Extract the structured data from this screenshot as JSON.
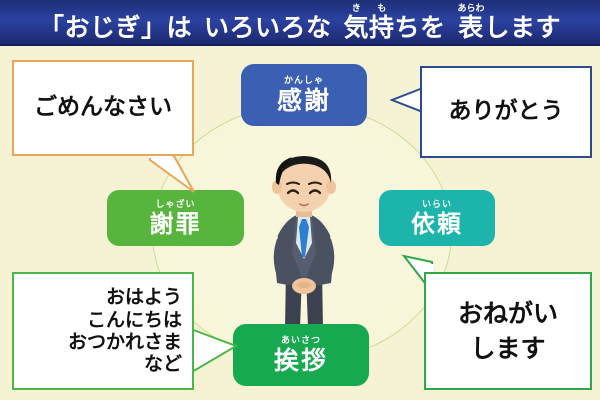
{
  "title": {
    "segments": [
      {
        "type": "plain",
        "text": "「おじぎ」は"
      },
      {
        "type": "gap"
      },
      {
        "type": "plain",
        "text": "いろいろな"
      },
      {
        "type": "gap"
      },
      {
        "type": "ruby",
        "base": "気",
        "ruby": "き"
      },
      {
        "type": "ruby",
        "base": "持",
        "ruby": "も"
      },
      {
        "type": "plain",
        "text": "ちを"
      },
      {
        "type": "gap"
      },
      {
        "type": "ruby",
        "base": "表",
        "ruby": "あらわ"
      },
      {
        "type": "plain",
        "text": "します"
      }
    ],
    "full_text": "「おじぎ」は いろいろな 気持ちを 表します",
    "background_color": "#24379b",
    "text_color": "#ffffff"
  },
  "categories": {
    "kansha": {
      "kanji": "感謝",
      "furigana": "かんしゃ",
      "color": "#3a5fb3"
    },
    "shazai": {
      "kanji": "謝罪",
      "furigana": "しゃざい",
      "color": "#57b43d"
    },
    "irai": {
      "kanji": "依頼",
      "furigana": "いらい",
      "color": "#1cb4ab"
    },
    "aisatsu": {
      "kanji": "挨拶",
      "furigana": "あいさつ",
      "color": "#16a94f"
    }
  },
  "bubbles": {
    "gomen": {
      "lines": [
        "ごめんなさい"
      ],
      "border_color": "#e8a65a",
      "points_to": "謝罪"
    },
    "arigatou": {
      "lines": [
        "ありがとう"
      ],
      "border_color": "#2c4a8f",
      "points_to": "感謝"
    },
    "greetings": {
      "lines": [
        "おはよう",
        "こんにちは",
        "おつかれさま",
        "など"
      ],
      "border_color": "#4cb749",
      "points_to": "挨拶"
    },
    "onegai": {
      "lines": [
        "おねがい",
        "します"
      ],
      "border_color": "#2fa84a",
      "points_to": "依頼"
    }
  },
  "figure": {
    "label": "bowing-businessman",
    "suit_color": "#4a5160",
    "tie_color": "#2f7fd0",
    "hair_color": "#1a1a1a",
    "skin_color": "#f5d2ae"
  },
  "background": {
    "page_color": "#f6f3d4",
    "halo_color": "#f8f7dc",
    "halo_border": "#c9dc9a"
  }
}
